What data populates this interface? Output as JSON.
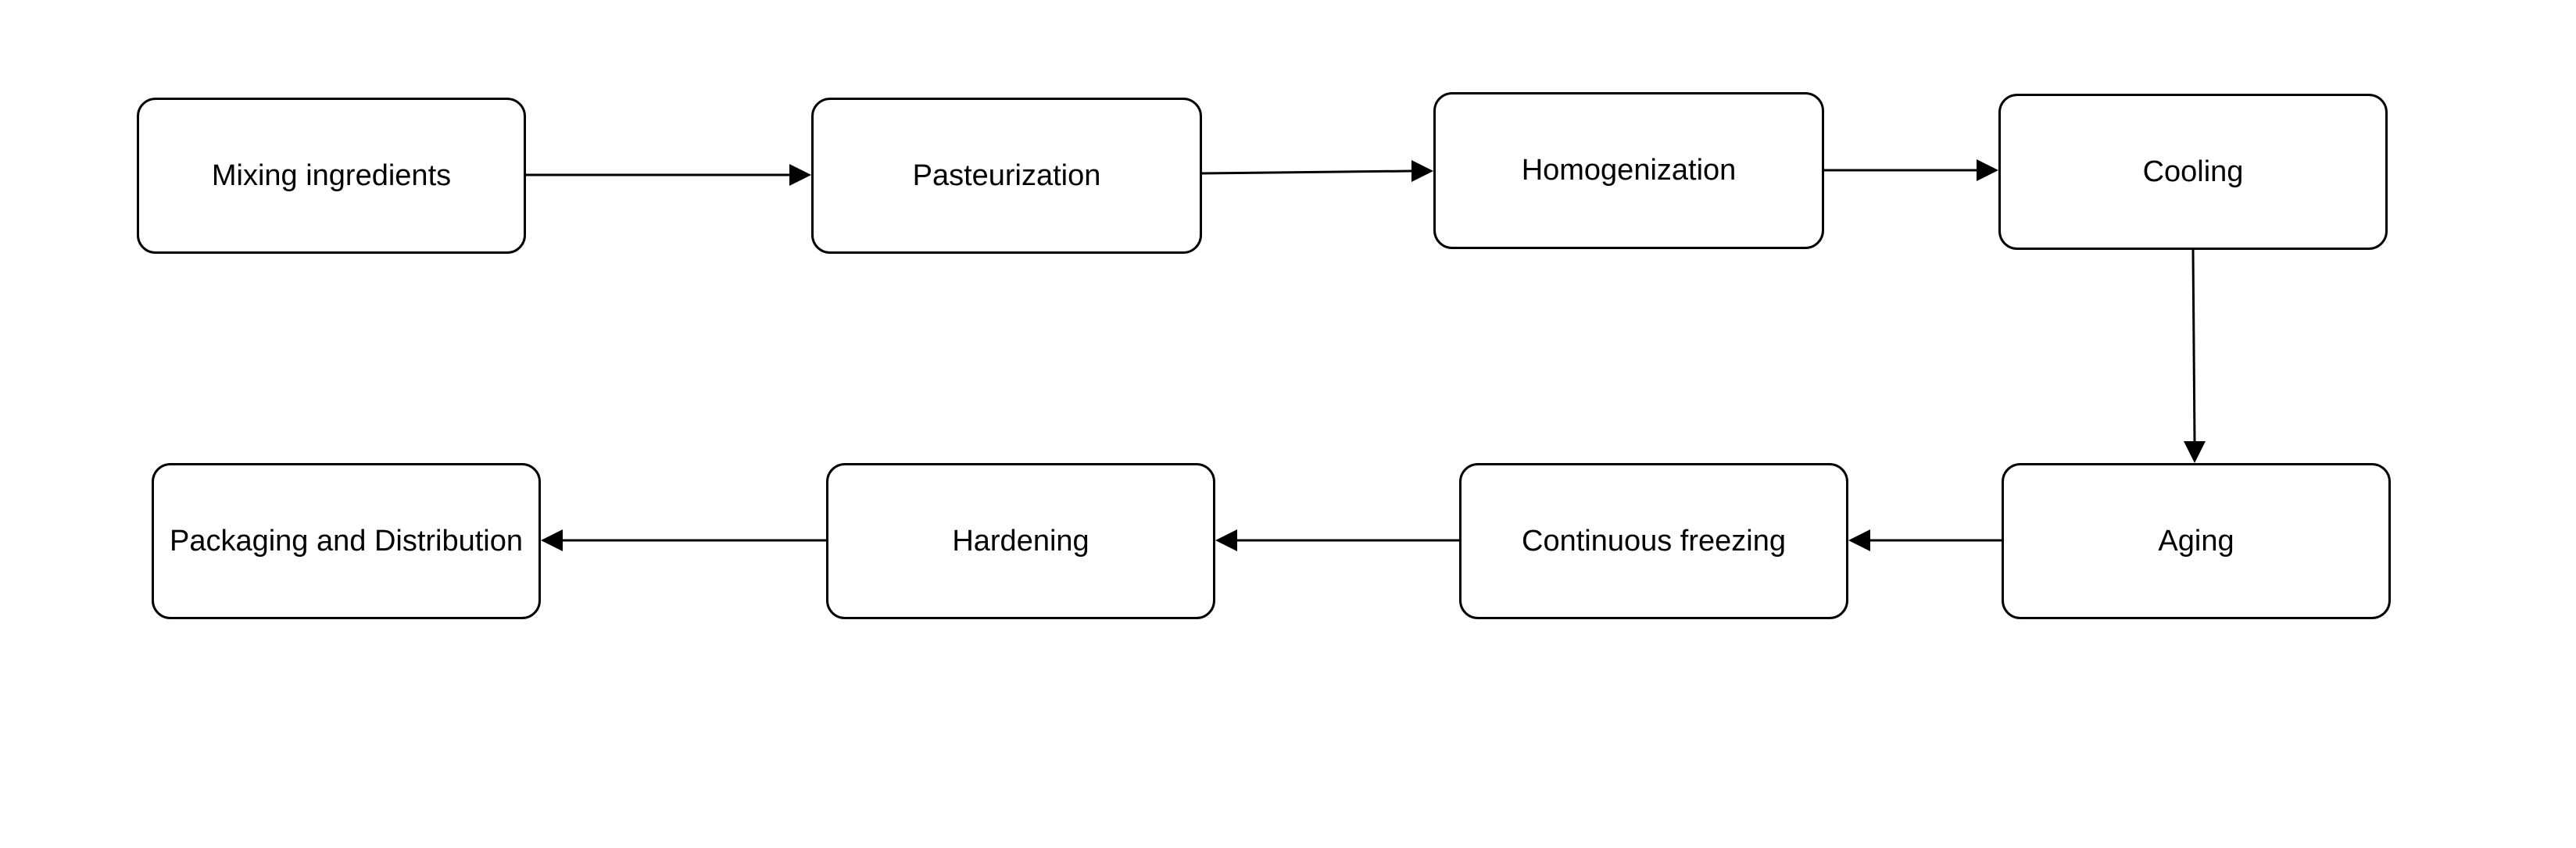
{
  "diagram": {
    "nodes": [
      {
        "id": "n1",
        "label": "Mixing ingredients"
      },
      {
        "id": "n2",
        "label": "Pasteurization"
      },
      {
        "id": "n3",
        "label": "Homogenization"
      },
      {
        "id": "n4",
        "label": "Cooling"
      },
      {
        "id": "n5",
        "label": "Aging"
      },
      {
        "id": "n6",
        "label": "Continuous freezing"
      },
      {
        "id": "n7",
        "label": "Hardening"
      },
      {
        "id": "n8",
        "label": "Packaging and Distribution"
      }
    ],
    "edges": [
      {
        "from": "n1",
        "to": "n2"
      },
      {
        "from": "n2",
        "to": "n3"
      },
      {
        "from": "n3",
        "to": "n4"
      },
      {
        "from": "n4",
        "to": "n5"
      },
      {
        "from": "n5",
        "to": "n6"
      },
      {
        "from": "n6",
        "to": "n7"
      },
      {
        "from": "n7",
        "to": "n8"
      }
    ],
    "colors": {
      "stroke": "#000000",
      "fill": "#ffffff",
      "text": "#000000"
    }
  }
}
